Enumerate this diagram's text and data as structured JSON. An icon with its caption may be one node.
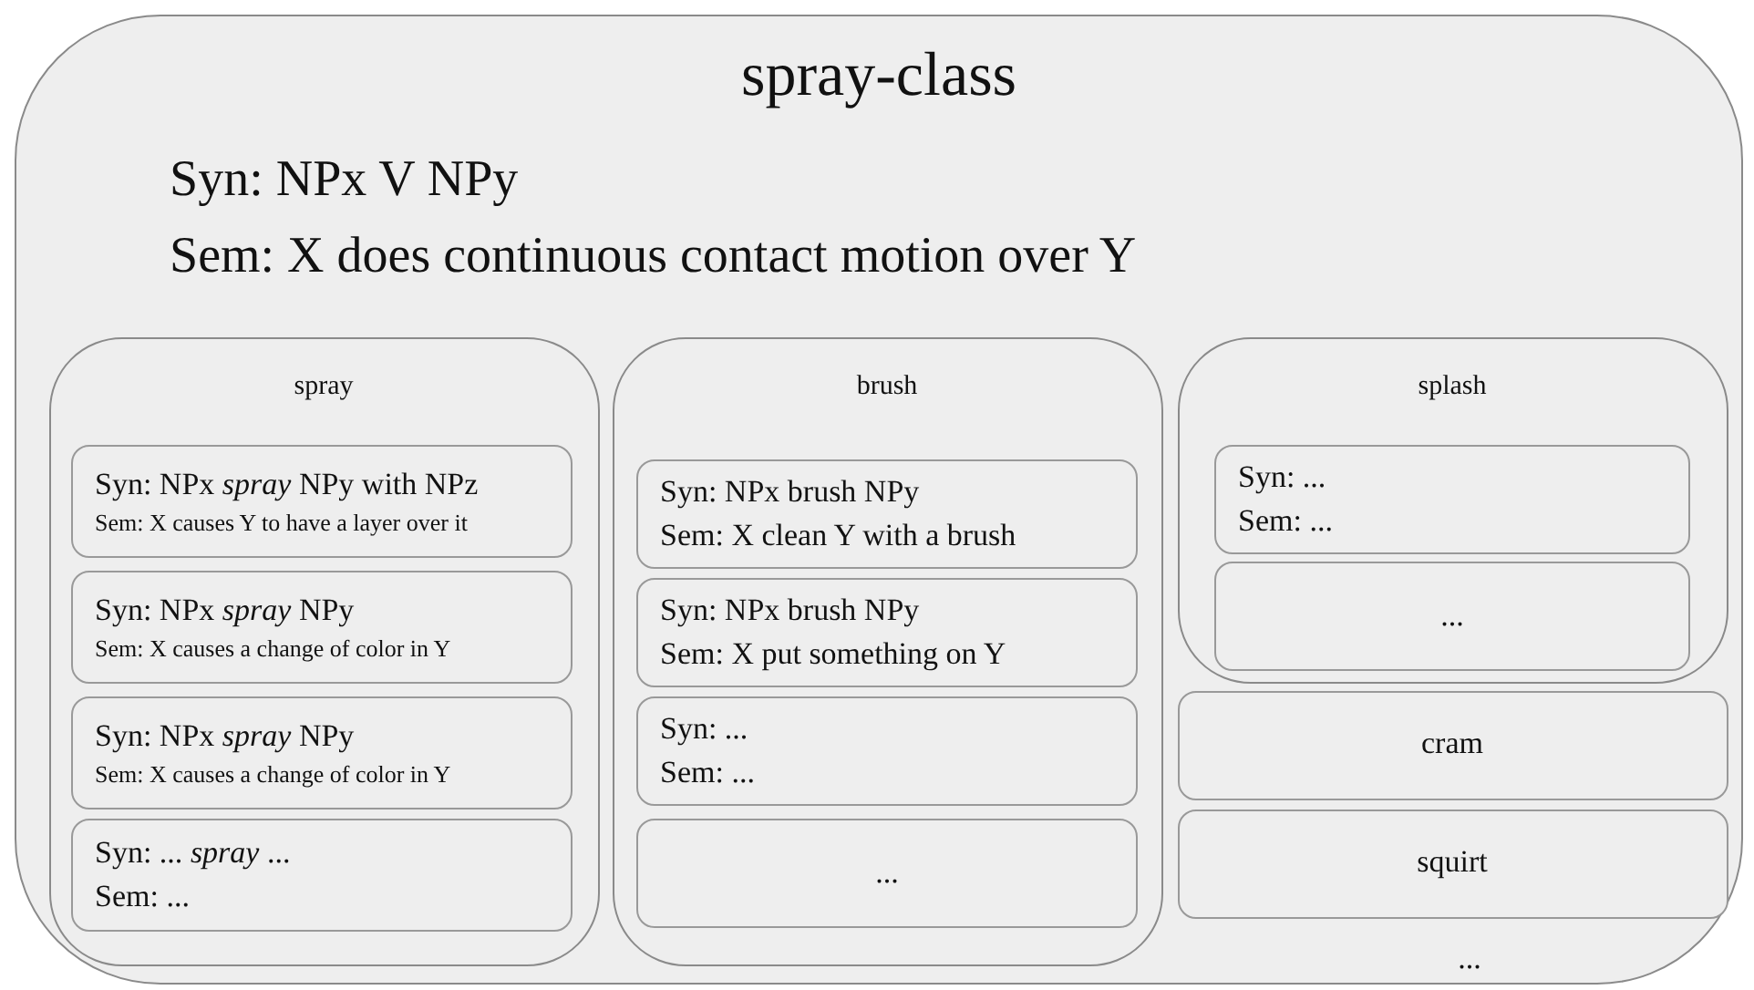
{
  "diagram": {
    "nodes": [
      {
        "text": [
          "spray-class",
          "Syn:  NPx V NPy",
          "Sem: X does continuous contact motion over Y"
        ]
      },
      {
        "text": [
          "spray"
        ],
        "in": 0
      },
      {
        "text": [
          "Syn: NPx *spray* NPy with NPz",
          "Sem: X causes Y to have a layer over it"
        ],
        "in": 1
      },
      {
        "text": [
          "Syn: NPx *spray* NPy",
          "Sem: X causes a change of color in Y"
        ],
        "in": 1
      },
      {
        "text": [
          "Syn: NPx *spray* NPy",
          "Sem: X causes a change of color in Y"
        ],
        "in": 1
      },
      {
        "text": [
          "Syn: ... *spray* ...",
          "Sem: ..."
        ],
        "in": 1
      },
      {
        "text": [
          "brush"
        ],
        "in": 0
      },
      {
        "text": [
          "Syn: NPx brush NPy",
          "Sem: X clean Y with a brush"
        ],
        "in": 6
      },
      {
        "text": [
          "Syn: NPx brush NPy",
          "Sem: X put something on Y"
        ],
        "in": 6
      },
      {
        "text": [
          "Syn: ...",
          "Sem: ..."
        ],
        "in": 6
      },
      {
        "text": [
          "..."
        ],
        "in": 6
      },
      {
        "text": [
          "splash"
        ],
        "in": 0
      },
      {
        "text": [
          "Syn: ...",
          "Sem: ..."
        ],
        "in": 11
      },
      {
        "text": [
          "..."
        ],
        "in": 11
      },
      {
        "text": [
          "cram"
        ],
        "in": 0
      },
      {
        "text": [
          "squirt"
        ],
        "in": 0
      }
    ],
    "labels": [
      "..."
    ]
  }
}
